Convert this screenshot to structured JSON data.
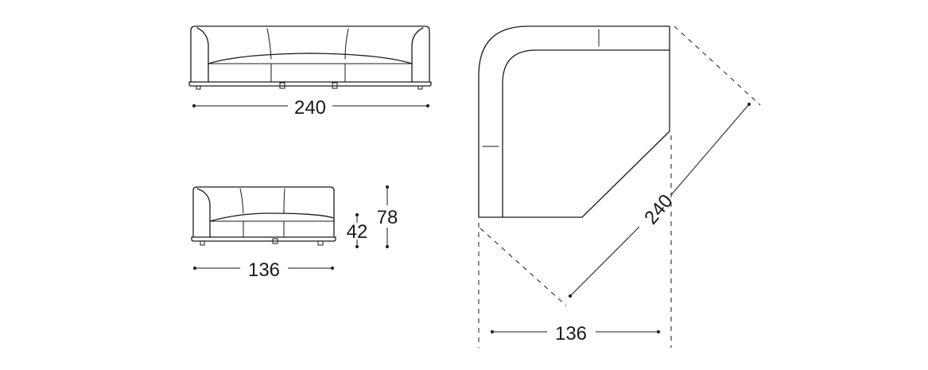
{
  "dimensions": {
    "front_view_width": "240",
    "side_view_width": "136",
    "seat_height": "42",
    "total_height": "78",
    "plan_diagonal": "240",
    "plan_width": "136"
  },
  "colors": {
    "line": "#1a1a1a",
    "background": "#ffffff"
  }
}
